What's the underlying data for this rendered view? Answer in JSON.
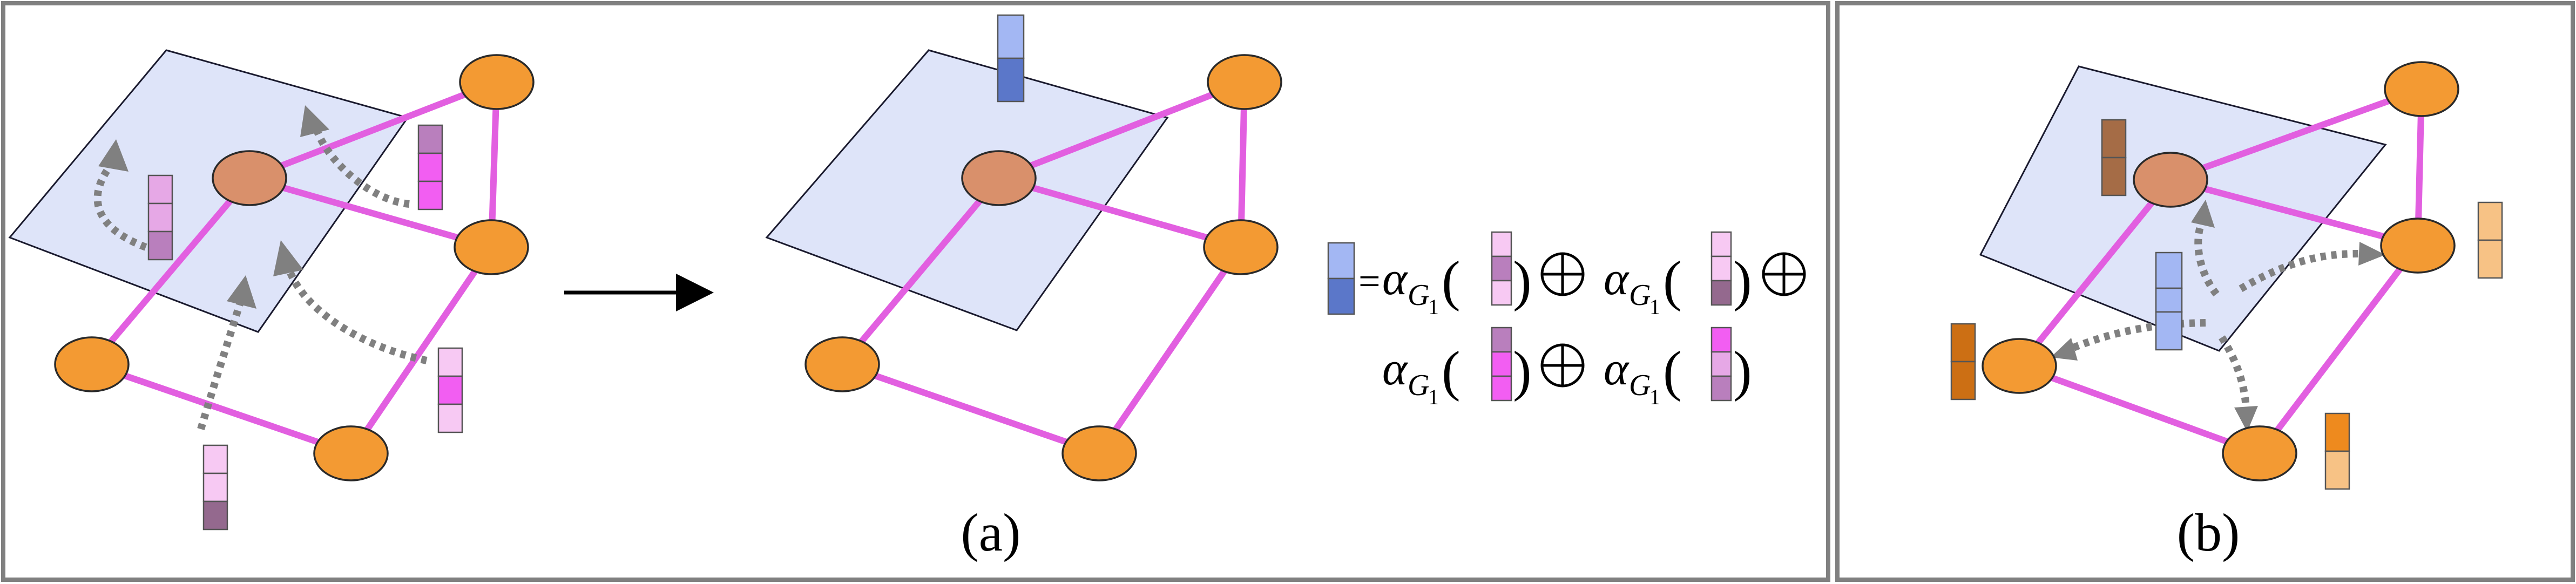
{
  "colors": {
    "frame": "#808080",
    "plane": "#d5ddf7",
    "edge": "#e25fe0",
    "node": "#f39a33",
    "hyperedge_node": "#d9906b",
    "arrow": "#808080",
    "blue_light": "#a3b7f3",
    "blue_dark": "#5b77c9",
    "orange_light": "#f7c285",
    "orange_mid": "#ee8a1e",
    "orange_dark": "#cc6f14",
    "brown": "#a56c46",
    "pink_pale": "#f7c9f3",
    "pink_mid": "#e6a8e6",
    "magenta": "#f25ef2",
    "mauve": "#b97fbd",
    "plum": "#94698e"
  },
  "panel_a": {
    "label": "(a)",
    "equation": {
      "alpha": "α",
      "sub": "G",
      "subsub": "1",
      "equals": "=",
      "operator": "⊕"
    }
  },
  "panel_b": {
    "label": "(b)"
  }
}
